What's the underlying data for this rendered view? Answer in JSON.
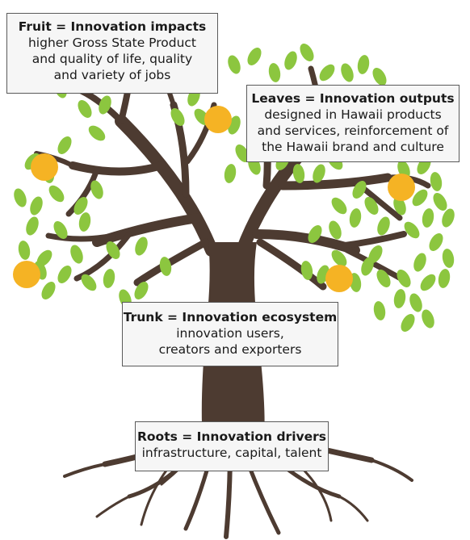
{
  "caption": "",
  "colors": {
    "trunk": "#4d3b31",
    "leaf": "#8cc63f",
    "fruit": "#f5b324",
    "box_border": "#5a5a5a",
    "box_fill": "#f6f6f6"
  },
  "boxes": {
    "fruit": {
      "head": "Fruit = Innovation impacts",
      "lines": [
        "higher Gross State Product",
        "and quality of life, quality",
        "and variety of jobs"
      ]
    },
    "leaves": {
      "head": "Leaves = Innovation outputs",
      "lines": [
        "designed in Hawaii products",
        "and services, reinforcement of",
        "the Hawaii brand and culture"
      ]
    },
    "trunk": {
      "head": "Trunk = Innovation ecosystem",
      "lines": [
        "innovation users,",
        "creators and exporters"
      ]
    },
    "roots": {
      "head": "Roots = Innovation drivers",
      "lines": [
        "infrastructure, capital, talent"
      ]
    }
  }
}
